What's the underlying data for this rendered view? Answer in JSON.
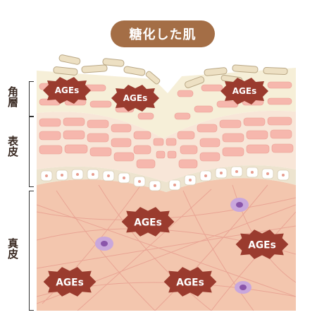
{
  "title": "糖化した肌",
  "layers": {
    "stratum_corneum": "角層",
    "epidermis": "表皮",
    "dermis": "真皮"
  },
  "ages_label": "AGEs",
  "colors": {
    "title_bg": "#a46e46",
    "dermis": "#f3c6ae",
    "epidermis_cell": "#f6b7ad",
    "horny_layer": "#f6efd8",
    "ages_spot": "#9a3b2e",
    "melanocyte": "#a880c4"
  }
}
